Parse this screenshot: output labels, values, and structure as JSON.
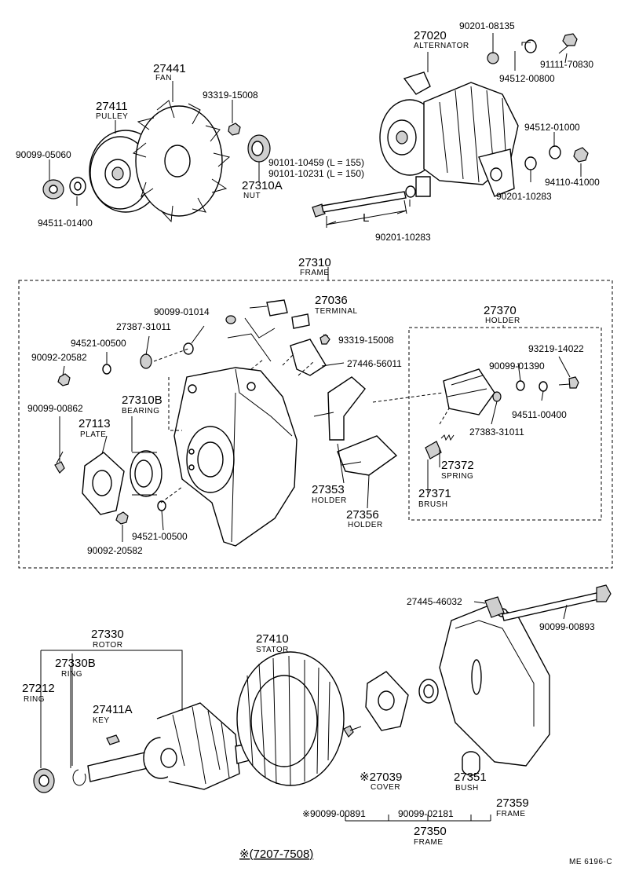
{
  "parts": {
    "p90201_08135": {
      "no": "90201-08135"
    },
    "p27020": {
      "no": "27020",
      "name": "ALTERNATOR"
    },
    "p91111_70830": {
      "no": "91111-70830"
    },
    "p94512_00800": {
      "no": "94512-00800"
    },
    "p27441": {
      "no": "27441",
      "name": "FAN"
    },
    "p27411": {
      "no": "27411",
      "name": "PULLEY"
    },
    "p93319_15008a": {
      "no": "93319-15008"
    },
    "p94512_01000": {
      "no": "94512-01000"
    },
    "p90099_05060": {
      "no": "90099-05060"
    },
    "p90101_10459": {
      "no": "90101-10459 (L = 155)"
    },
    "p90101_10231": {
      "no": "90101-10231 (L = 150)"
    },
    "p94110_41000": {
      "no": "94110-41000"
    },
    "p27310A": {
      "no": "27310A",
      "name": "NUT"
    },
    "p90201_10283a": {
      "no": "90201-10283"
    },
    "dimL": {
      "no": "L"
    },
    "p94511_01400": {
      "no": "94511-01400"
    },
    "p90201_10283b": {
      "no": "90201-10283"
    },
    "p27310": {
      "no": "27310",
      "name": "FRAME"
    },
    "p27036": {
      "no": "27036",
      "name": "TERMINAL"
    },
    "p27370": {
      "no": "27370",
      "name": "HOLDER"
    },
    "p90099_01014": {
      "no": "90099-01014"
    },
    "p27387_31011": {
      "no": "27387-31011"
    },
    "p93319_15008b": {
      "no": "93319-15008"
    },
    "p94521_00500a": {
      "no": "94521-00500"
    },
    "p93219_14022": {
      "no": "93219-14022"
    },
    "p90092_20582a": {
      "no": "90092-20582"
    },
    "p27446_56011": {
      "no": "27446-56011"
    },
    "p90099_01390": {
      "no": "90099-01390"
    },
    "p90099_00862": {
      "no": "90099-00862"
    },
    "p27310B": {
      "no": "27310B",
      "name": "BEARING"
    },
    "p94511_00400": {
      "no": "94511-00400"
    },
    "p27113": {
      "no": "27113",
      "name": "PLATE"
    },
    "p27383_31011": {
      "no": "27383-31011"
    },
    "p27372": {
      "no": "27372",
      "name": "SPRING"
    },
    "p27353": {
      "no": "27353",
      "name": "HOLDER"
    },
    "p27371": {
      "no": "27371",
      "name": "BRUSH"
    },
    "p27356": {
      "no": "27356",
      "name": "HOLDER"
    },
    "p94521_00500b": {
      "no": "94521-00500"
    },
    "p90092_20582b": {
      "no": "90092-20582"
    },
    "p27445_46032": {
      "no": "27445-46032"
    },
    "p90099_00893": {
      "no": "90099-00893"
    },
    "p27330": {
      "no": "27330",
      "name": "ROTOR"
    },
    "p27410": {
      "no": "27410",
      "name": "STATOR"
    },
    "p27330B": {
      "no": "27330B",
      "name": "RING"
    },
    "p27212": {
      "no": "27212",
      "name": "RING"
    },
    "p27411A": {
      "no": "27411A",
      "name": "KEY"
    },
    "p27039": {
      "no": "※27039",
      "name": "COVER"
    },
    "p27351": {
      "no": "27351",
      "name": "BUSH"
    },
    "p27359": {
      "no": "27359",
      "name": "FRAME"
    },
    "p90099_00891": {
      "no": "※90099-00891"
    },
    "p90099_02181": {
      "no": "90099-02181"
    },
    "p27350": {
      "no": "27350",
      "name": "FRAME"
    }
  },
  "footnote": "※(7207-7508)",
  "drawing_code": "ME 6196-C"
}
